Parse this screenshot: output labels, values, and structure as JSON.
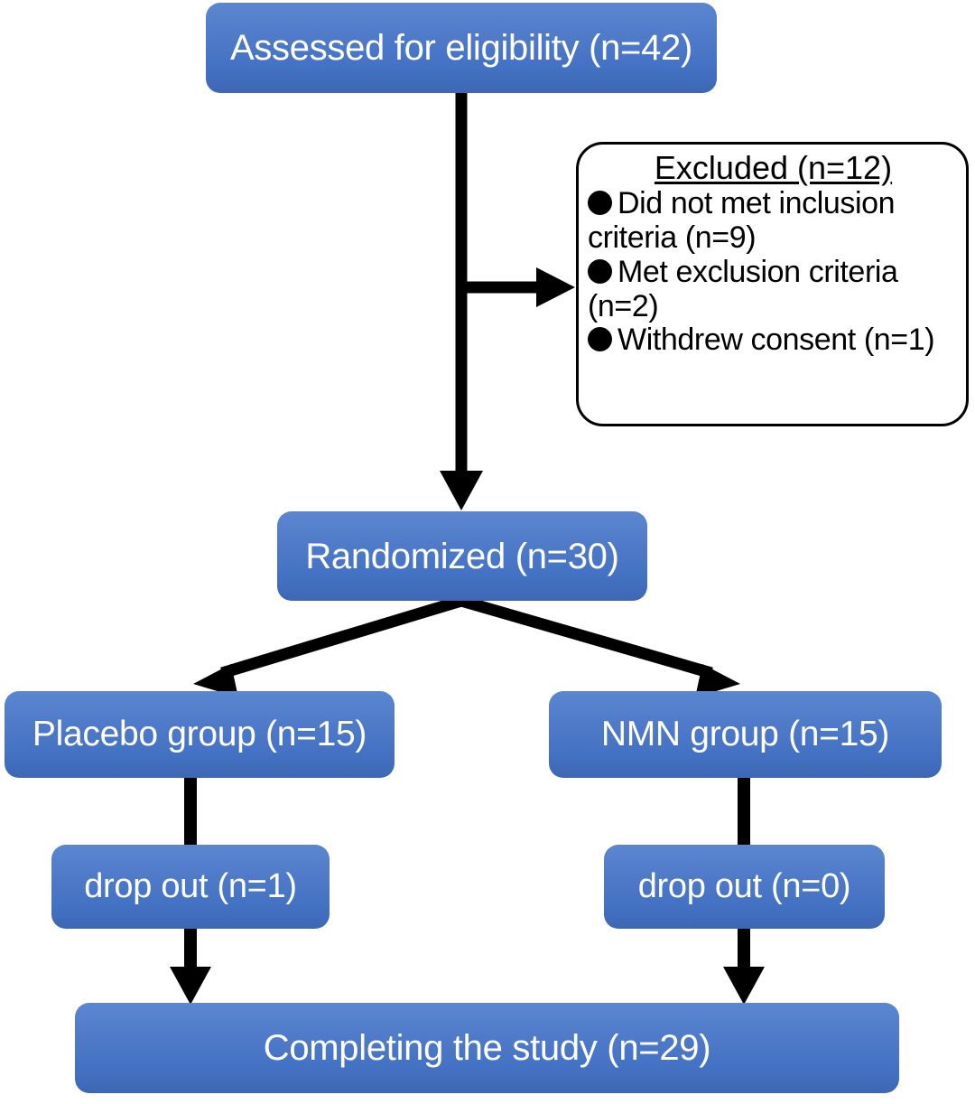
{
  "diagram": {
    "title": "CONSORT participant flow diagram",
    "type": "flowchart",
    "colors": {
      "node_fill_top": "#5b86d0",
      "node_fill_bottom": "#3d67b4",
      "node_text": "#ffffff",
      "connector": "#000000",
      "excluded_border": "#000000",
      "background": "#ffffff"
    }
  },
  "nodes": {
    "assessed": {
      "label": "Assessed for eligibility (n=42)",
      "count": 42
    },
    "randomized": {
      "label": "Randomized (n=30)",
      "count": 30
    },
    "placebo_group": {
      "label": "Placebo group (n=15)",
      "count": 15
    },
    "nmn_group": {
      "label": "NMN group (n=15)",
      "count": 15
    },
    "dropout_placebo": {
      "label": "drop out (n=1)",
      "count": 1
    },
    "dropout_nmn": {
      "label": "drop out (n=0)",
      "count": 0
    },
    "completing": {
      "label": "Completing the study (n=29)",
      "count": 29
    }
  },
  "excluded": {
    "title": "Excluded (n=12)",
    "total": 12,
    "reasons": [
      {
        "label": "Did not met inclusion criteria (n=9)",
        "count": 9
      },
      {
        "label": "Met exclusion criteria (n=2)",
        "count": 2
      },
      {
        "label": "Withdrew consent (n=1)",
        "count": 1
      }
    ]
  },
  "edges": [
    {
      "from": "assessed",
      "to": "randomized",
      "style": "arrow-down"
    },
    {
      "from": "assessed",
      "to": "excluded",
      "style": "arrow-right-branch"
    },
    {
      "from": "randomized",
      "to": "placebo_group",
      "style": "arrow-diagonal-left"
    },
    {
      "from": "randomized",
      "to": "nmn_group",
      "style": "arrow-diagonal-right"
    },
    {
      "from": "placebo_group",
      "to": "dropout_placebo",
      "style": "line-down"
    },
    {
      "from": "nmn_group",
      "to": "dropout_nmn",
      "style": "line-down"
    },
    {
      "from": "dropout_placebo",
      "to": "completing",
      "style": "arrow-down"
    },
    {
      "from": "dropout_nmn",
      "to": "completing",
      "style": "arrow-down"
    }
  ]
}
